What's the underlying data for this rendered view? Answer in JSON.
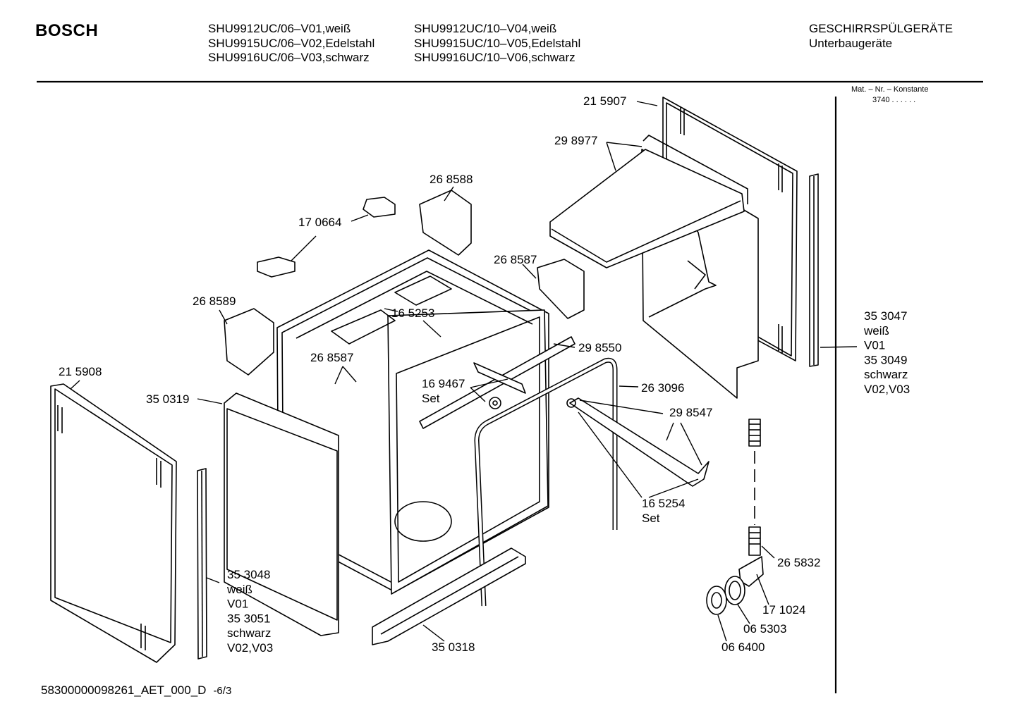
{
  "header": {
    "brand": "BOSCH",
    "models_col1": [
      "SHU9912UC/06–V01,weiß",
      "SHU9915UC/06–V02,Edelstahl",
      "SHU9916UC/06–V03,schwarz"
    ],
    "models_col2": [
      "SHU9912UC/10–V04,weiß",
      "SHU9915UC/10–V05,Edelstahl",
      "SHU9916UC/10–V06,schwarz"
    ],
    "category": "GESCHIRRSPÜLGERÄTE",
    "subcategory": "Unterbaugeräte"
  },
  "material_number": {
    "label": "Mat. – Nr. – Konstante",
    "value": "3740 . . . . . ."
  },
  "parts": [
    {
      "id": "p215907",
      "lines": [
        "21 5907"
      ]
    },
    {
      "id": "p298977",
      "lines": [
        "29 8977"
      ]
    },
    {
      "id": "p268588",
      "lines": [
        "26 8588"
      ]
    },
    {
      "id": "p170664",
      "lines": [
        "17 0664"
      ]
    },
    {
      "id": "p268587a",
      "lines": [
        "26 8587"
      ]
    },
    {
      "id": "p268589",
      "lines": [
        "26 8589"
      ]
    },
    {
      "id": "p165253",
      "lines": [
        "16 5253"
      ]
    },
    {
      "id": "p268587b",
      "lines": [
        "26 8587"
      ]
    },
    {
      "id": "p298550",
      "lines": [
        "29 8550"
      ]
    },
    {
      "id": "p169467",
      "lines": [
        "16 9467",
        "Set"
      ]
    },
    {
      "id": "p263096",
      "lines": [
        "26 3096"
      ]
    },
    {
      "id": "p215908",
      "lines": [
        "21 5908"
      ]
    },
    {
      "id": "p350319",
      "lines": [
        "35 0319"
      ]
    },
    {
      "id": "p298547",
      "lines": [
        "29 8547"
      ]
    },
    {
      "id": "p165254",
      "lines": [
        "16 5254",
        "Set"
      ]
    },
    {
      "id": "p353047",
      "lines": [
        "35 3047",
        "weiß",
        "V01",
        "35 3049",
        "schwarz",
        "V02,V03"
      ]
    },
    {
      "id": "p353048",
      "lines": [
        "35 3048",
        "weiß",
        "V01",
        "35 3051",
        "schwarz",
        "V02,V03"
      ]
    },
    {
      "id": "p265832",
      "lines": [
        "26 5832"
      ]
    },
    {
      "id": "p171024",
      "lines": [
        "17 1024"
      ]
    },
    {
      "id": "p065303",
      "lines": [
        "06 5303"
      ]
    },
    {
      "id": "p066400",
      "lines": [
        "06 6400"
      ]
    },
    {
      "id": "p350318",
      "lines": [
        "35 0318"
      ]
    }
  ],
  "footer": {
    "doc_id": "58300000098261_AET_000_D",
    "sheet": "-6/3"
  }
}
